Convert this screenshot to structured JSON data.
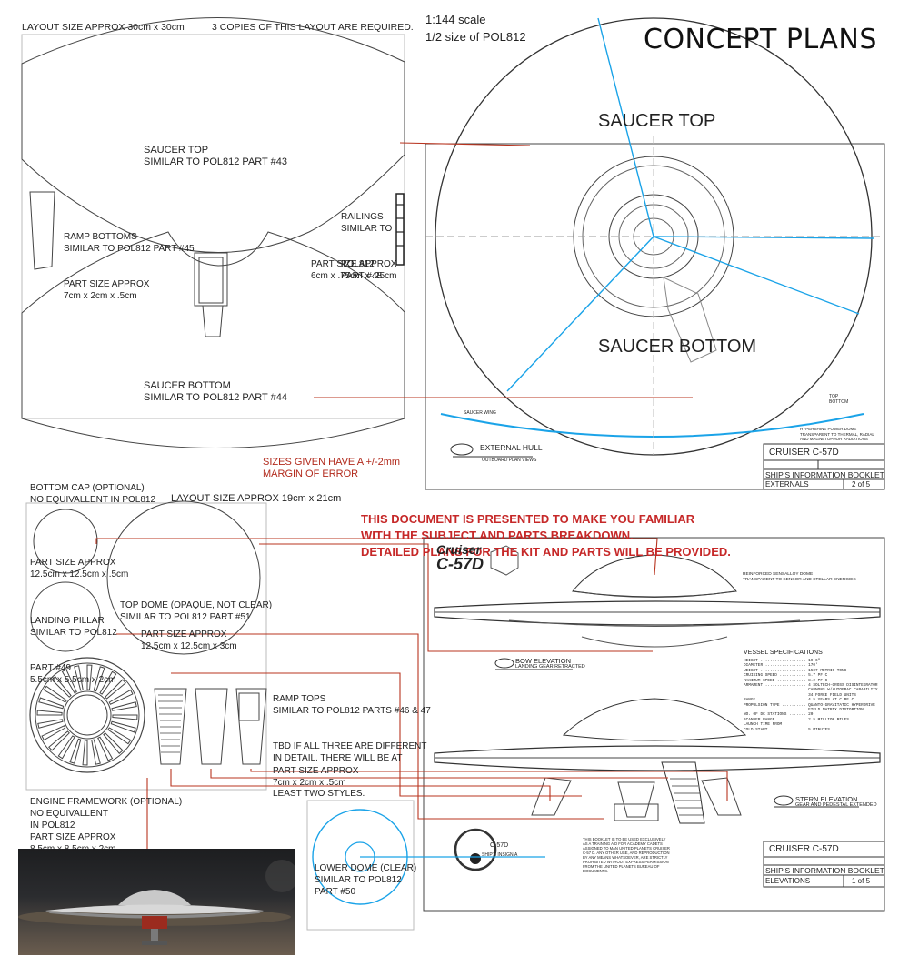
{
  "header": {
    "title": "CONCEPT PLANS",
    "scale": "1:144 scale",
    "scale_note": "1/2 size of POL812"
  },
  "layout1": {
    "size": "LAYOUT SIZE APPROX 30cm x 30cm",
    "copies": "3 COPIES OF THIS LAYOUT ARE REQUIRED.",
    "saucer_top": [
      "SAUCER TOP",
      "SIMILAR TO POL812 PART #43"
    ],
    "saucer_bottom": [
      "SAUCER BOTTOM",
      "SIMILAR TO POL812 PART #44"
    ],
    "ramp_bottoms": [
      "RAMP BOTTOMS",
      "SIMILAR TO POL812 PART #45",
      "PART SIZE APPROX",
      "7cm x 2cm x .5cm"
    ],
    "railings": [
      "RAILINGS",
      "SIMILAR TO",
      "POL812",
      "PART #48"
    ],
    "railings_size": [
      "PART SIZE APPROX",
      "6cm x .75cm x .25cm"
    ]
  },
  "diagram": {
    "saucer_top": "SAUCER TOP",
    "saucer_bottom": "SAUCER BOTTOM"
  },
  "tolerance": [
    "SIZES GIVEN HAVE A +/-2mm",
    "MARGIN OF ERROR"
  ],
  "notice": [
    "THIS DOCUMENT IS PRESENTED TO MAKE YOU FAMILIAR",
    "WITH THE SUBJECT AND PARTS BREAKDOWN.",
    "DETAILED PLANS FOR THE KIT AND PARTS WILL BE PROVIDED."
  ],
  "layout2": {
    "size": "LAYOUT SIZE APPROX 19cm x 21cm",
    "bottom_cap": [
      "BOTTOM CAP (OPTIONAL)",
      "NO EQUIVALLENT IN POL812",
      "PART SIZE APPROX",
      "12.5cm x 12.5cm x .5cm"
    ],
    "top_dome": [
      "TOP DOME (OPAQUE, NOT CLEAR)",
      "SIMILAR TO POL812 PART #51",
      "PART SIZE APPROX",
      "12.5cm x 12.5cm x 3cm"
    ],
    "landing_pillar": [
      "LANDING PILLAR",
      "SIMILAR TO POL812",
      "PART #49",
      "5.5cm x 5.5cm x 2cm"
    ],
    "ramp_tops": [
      "RAMP TOPS",
      "SIMILAR TO POL812 PARTS #46 & 47",
      "TBD IF ALL THREE ARE DIFFERENT",
      "IN DETAIL. THERE WILL BE AT",
      "LEAST TWO STYLES."
    ],
    "ramp_tops_size": [
      "PART SIZE APPROX",
      "7cm x 2cm x .5cm"
    ],
    "engine": [
      "ENGINE FRAMEWORK (OPTIONAL)",
      "NO EQUIVALLENT",
      "IN POL812"
    ],
    "engine_size": [
      "PART SIZE APPROX",
      "8.5cm x 8.5cm x 2cm"
    ],
    "lower_dome": [
      "LOWER DOME (CLEAR)",
      "SIMILAR TO POL812",
      "PART #50"
    ]
  },
  "sheet1": {
    "hull_title": "EXTERNAL HULL",
    "hull_sub": "OUTBOARD PLAN VIEWS",
    "saucer_wing": "SAUCER WING",
    "top_bottom": [
      "TOP",
      "BOTTOM"
    ],
    "hypershine": [
      "HYPERSHINE POWER DOME",
      "TRANSPARENT TO THERMAL, RADIAL",
      "AND MAGNETOPHOR RADIATIONS"
    ],
    "title_block": {
      "name": "CRUISER C-57D",
      "booklet": "SHIP'S INFORMATION BOOKLET",
      "section": "EXTERNALS",
      "page": "2 of 5"
    }
  },
  "sheet2": {
    "logo_top": "Cruiser",
    "logo_bottom": "C-57D",
    "dome_note": [
      "REINFORCED SENSALLOY DOME",
      "TRANSPARENT TO SENSOR AND STELLAR ENERGIES"
    ],
    "bow": "BOW ELEVATION",
    "bow_sub": "LANDING GEAR RETRACTED",
    "stern": "STERN ELEVATION",
    "stern_sub": "GEAR AND PEDESTAL EXTENDED",
    "specs_title": "VESSEL SPECIFICATIONS",
    "specs": [
      "HEIGHT ................... 19'6\"",
      "DIAMETER ................. 170'",
      "WEIGHT ................... 1507 METRIC TONS",
      "CRUISING SPEED ........... 5.7 PF C",
      "MAXIMUM SPEED ............ 8.2 PF C",
      "ARMAMENT ................. 4 SOLTECH-GROSS DISINTEGRATOR",
      "                           CANNONS W/AUTOFRAC CAPABILITY",
      "                           34 FORCE FIELD UNITS",
      "RANGE .................... 4.5 YEARS AT C PF C",
      "PROPULSION TYPE .......... QUANTO-GRAVITATIC HYPERDRIVE",
      "                           FIELD MATRIX DISTORTION",
      "NO. OF DC STATIONS ....... 20",
      "SCANNER RANGE ............ 2.5 MILLION MILES",
      "LAUNCH TIME FROM",
      "COLD START ............... 5 MINUTES"
    ],
    "insignia": "C-57D",
    "insignia_sub": "SHIP'S INSIGNIA",
    "booklet_note": [
      "THIS BOOKLET IS TO BE USED EXCLUSIVELY",
      "AS A TRAINING AID FOR ACADEMY CADETS",
      "ASSIGNED TO MAN UNITED PLANETS CRUISER",
      "C-57 D. ANY OTHER USE, AND REPRODUCTION",
      "BY ANY MEANS WHATSOEVER, ARE STRICTLY",
      "PROHIBITED WITHOUT EXPRESS PERMISSION",
      "FROM THE UNITED PLANETS BUREAU OF",
      "DOCUMENTS."
    ],
    "title_block": {
      "name": "CRUISER C-57D",
      "booklet": "SHIP'S INFORMATION BOOKLET",
      "section": "ELEVATIONS",
      "page": "1 of 5"
    }
  },
  "colors": {
    "guide_blue": "#1aa3e8",
    "leader_red": "#b8341f",
    "notice_red": "#c62828"
  }
}
